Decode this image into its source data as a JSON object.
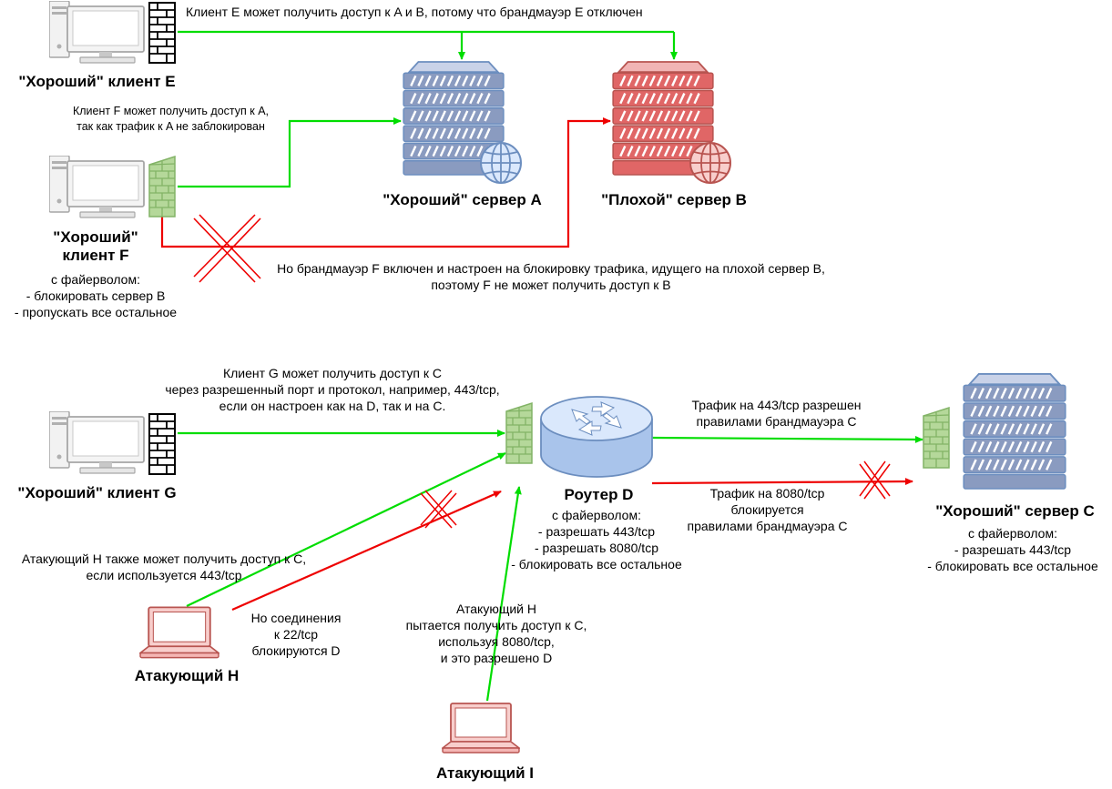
{
  "colors": {
    "allow": "#00dd00",
    "block": "#ee0000",
    "good_server": "#8a9bc0",
    "bad_server": "#e06666",
    "firewall_green": "#8cc06f",
    "router": "#a9c4eb",
    "laptop": "#f0a0a0"
  },
  "labels": {
    "client_e": "\"Хороший\" клиент E",
    "client_f": "\"Хороший\"\nклиент F",
    "client_f_rules": "с файерволом:\n- блокировать сервер B\n- пропускать все остальное",
    "server_a": "\"Хороший\" сервер A",
    "server_b": "\"Плохой\" сервер B",
    "note_e": "Клиент E может получить доступ к A и B, потому что брандмауэр E отключен",
    "note_f_allow": "Клиент F может получить доступ к A,\nтак как трафик к A не заблокирован",
    "note_f_block": "Но брандмауэр F включен и настроен на блокировку трафика, идущего на плохой сервер B,\nпоэтому F не может получить доступ к B",
    "client_g": "\"Хороший\" клиент G",
    "note_g": "Клиент G может получить доступ к C\nчерез разрешенный порт и протокол, например, 443/tcp,\nесли он настроен как на D, так и на C.",
    "router_d": "Роутер D",
    "router_d_rules": "с файерволом:\n- разрешать 443/tcp\n- разрешать 8080/tcp\n- блокировать все остальное",
    "note_443": "Трафик на 443/tcp разрешен\nправилами брандмауэра C",
    "note_8080": "Трафик на 8080/tcp\nблокируется\nправилами брандмауэра C",
    "server_c": "\"Хороший\" сервер C",
    "server_c_rules": "с файерволом:\n- разрешать 443/tcp\n- блокировать все остальное",
    "note_h_allow": "Атакующий H также может получить доступ к C,\nесли используется 443/tcp",
    "note_h_block": "Но соединения\nк 22/tcp\nблокируются D",
    "attacker_h": "Атакующий H",
    "note_i": "Атакующий H\nпытается получить доступ к C,\nиспользуя 8080/tcp,\nи это разрешено D",
    "attacker_i": "Атакующий I"
  }
}
